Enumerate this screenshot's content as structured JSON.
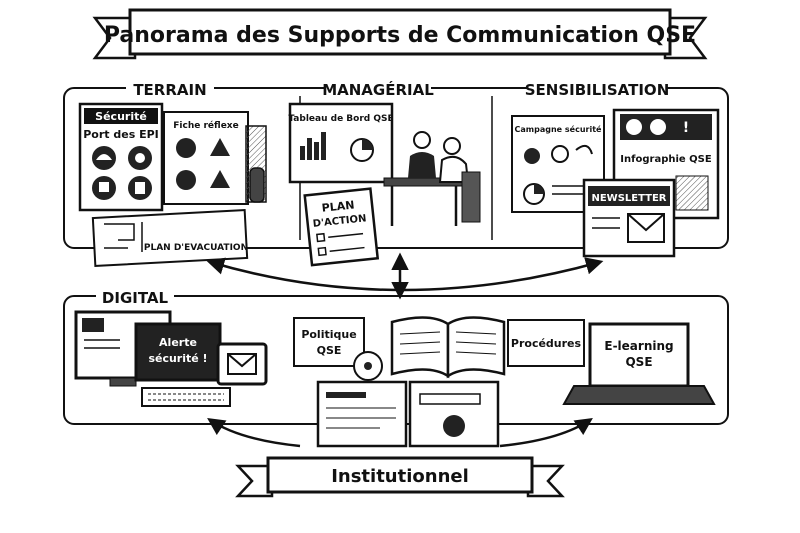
{
  "title": "Panorama des Supports de Communication QSE",
  "sections": {
    "terrain": {
      "label": "TERRAIN",
      "poster_title": "Sécurité",
      "poster_subtitle": "Port des EPI",
      "fiche_title": "Fiche réflexe",
      "plan_label": "PLAN D'EVACUATION"
    },
    "managerial": {
      "label": "MANAGÉRIAL",
      "board_title": "Tableau de Bord QSE",
      "plan_line1": "PLAN",
      "plan_line2": "D'ACTION"
    },
    "sensibilisation": {
      "label": "SENSIBILISATION",
      "campaign_title": "Campagne sécurité",
      "infographic_title": "Infographie QSE",
      "newsletter_title": "NEWSLETTER"
    },
    "digital": {
      "label": "DIGITAL",
      "alert_line1": "Alerte",
      "alert_line2": "sécurité !",
      "politique_line1": "Politique",
      "politique_line2": "QSE",
      "procedures_label": "Procédures",
      "elearning_line1": "E-learning",
      "elearning_line2": "QSE"
    },
    "institutionnel": {
      "label": "Institutionnel"
    }
  },
  "colors": {
    "ink": "#111111",
    "paper": "#ffffff",
    "shade": "#d9d9d9",
    "dark": "#333333"
  }
}
